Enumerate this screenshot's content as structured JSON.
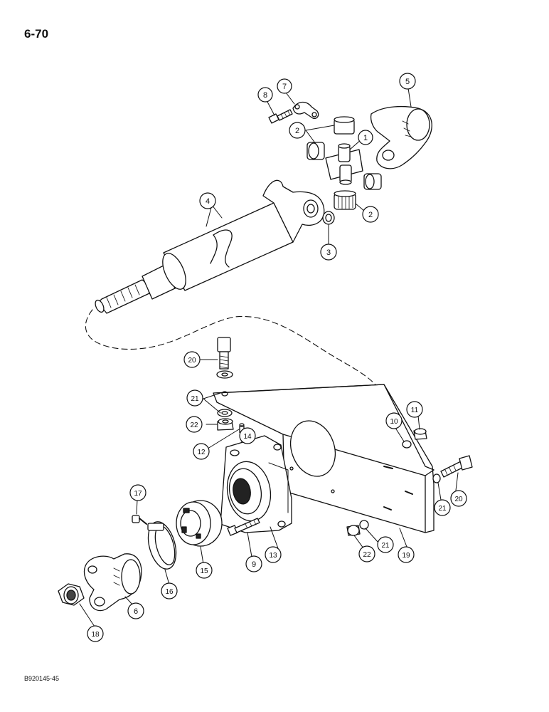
{
  "page": {
    "number": "6-70",
    "figure_code": "B920145-45"
  },
  "callouts": [
    {
      "id": "c1",
      "label": "1"
    },
    {
      "id": "c2a",
      "label": "2"
    },
    {
      "id": "c2b",
      "label": "2"
    },
    {
      "id": "c3",
      "label": "3"
    },
    {
      "id": "c4",
      "label": "4"
    },
    {
      "id": "c5",
      "label": "5"
    },
    {
      "id": "c6",
      "label": "6"
    },
    {
      "id": "c7",
      "label": "7"
    },
    {
      "id": "c8",
      "label": "8"
    },
    {
      "id": "c9",
      "label": "9"
    },
    {
      "id": "c10",
      "label": "10"
    },
    {
      "id": "c11",
      "label": "11"
    },
    {
      "id": "c12",
      "label": "12"
    },
    {
      "id": "c13",
      "label": "13"
    },
    {
      "id": "c14",
      "label": "14"
    },
    {
      "id": "c15",
      "label": "15"
    },
    {
      "id": "c16",
      "label": "16"
    },
    {
      "id": "c17",
      "label": "17"
    },
    {
      "id": "c18",
      "label": "18"
    },
    {
      "id": "c19",
      "label": "19"
    },
    {
      "id": "c20a",
      "label": "20"
    },
    {
      "id": "c20b",
      "label": "20"
    },
    {
      "id": "c21a",
      "label": "21"
    },
    {
      "id": "c21b",
      "label": "21"
    },
    {
      "id": "c21c",
      "label": "21"
    },
    {
      "id": "c22a",
      "label": "22"
    },
    {
      "id": "c22b",
      "label": "22"
    }
  ]
}
